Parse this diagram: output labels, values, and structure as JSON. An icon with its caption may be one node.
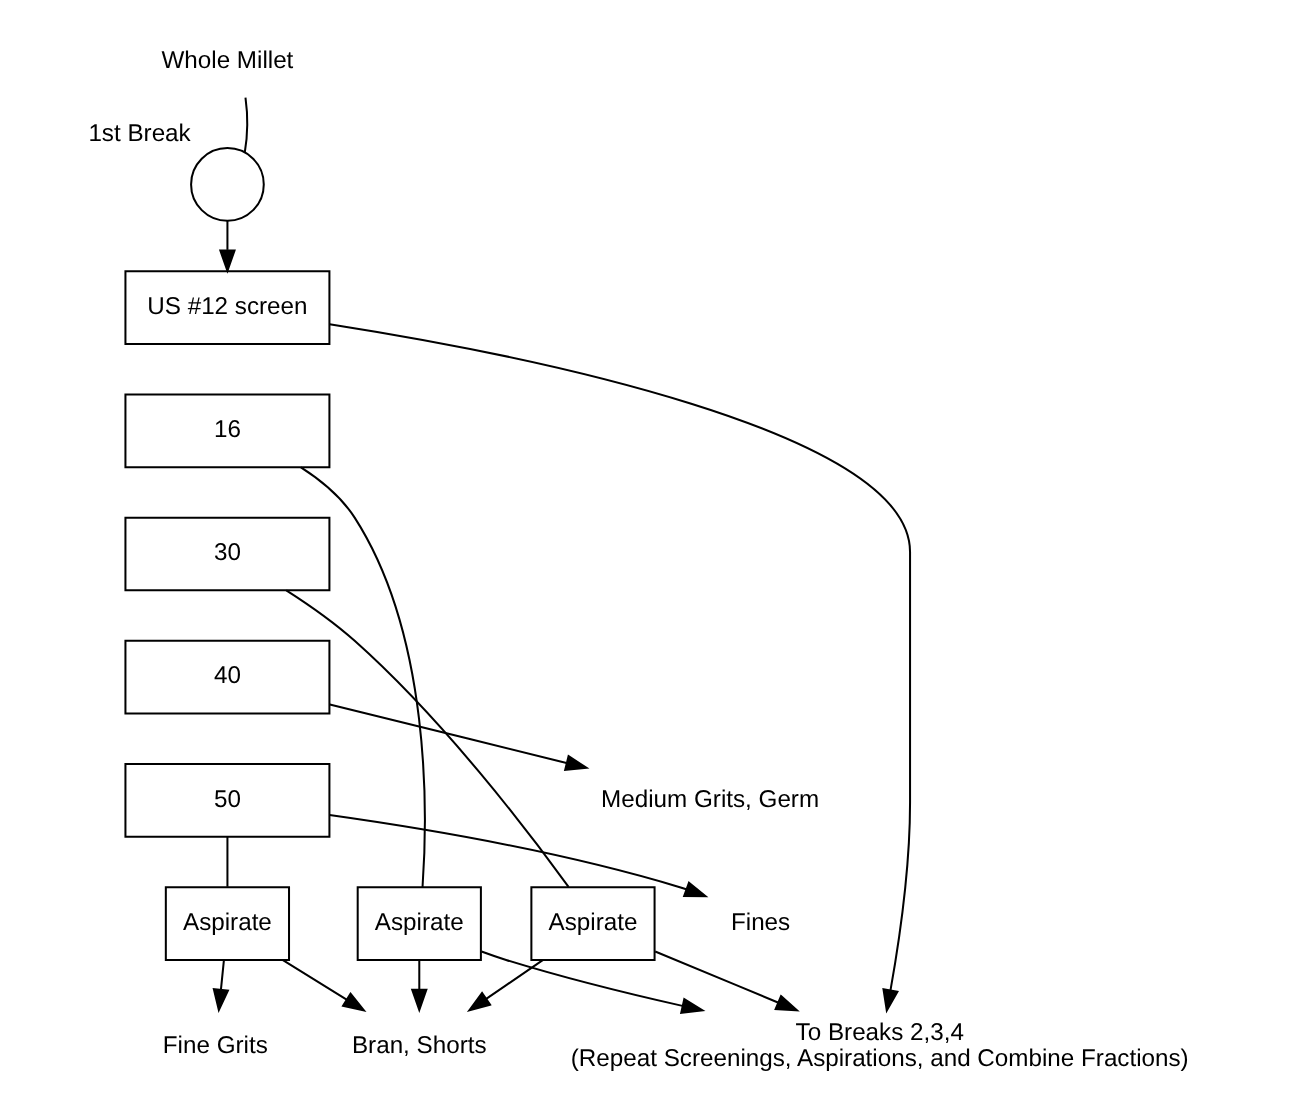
{
  "diagram": {
    "nodes": [
      {
        "text": [
          "Whole Millet"
        ]
      },
      {
        "text": [],
        "shape": "circle",
        "beside": [
          "1st Break"
        ]
      },
      {
        "text": [
          "US #12 screen"
        ]
      },
      {
        "text": [
          "16"
        ]
      },
      {
        "text": [
          "30"
        ]
      },
      {
        "text": [
          "40"
        ]
      },
      {
        "text": [
          "50"
        ]
      },
      {
        "text": [
          "Aspirate"
        ]
      },
      {
        "text": [
          "Aspirate"
        ]
      },
      {
        "text": [
          "Aspirate"
        ]
      },
      {
        "text": [
          "Medium Grits, Germ"
        ]
      },
      {
        "text": [
          "Fine Grits"
        ]
      },
      {
        "text": [
          "Bran, Shorts"
        ]
      },
      {
        "text": [
          "Fines"
        ]
      },
      {
        "text": [
          "To Breaks 2,3,4",
          "(Repeat Screenings, Aspirations, and Combine Fractions)"
        ]
      }
    ],
    "edges": [
      {
        "from": 0,
        "to": 1,
        "arrow": "none"
      },
      {
        "from": 1,
        "to": 2,
        "arrow": "to"
      },
      {
        "from": 2,
        "to": 14,
        "arrow": "to"
      },
      {
        "from": 3,
        "to": 7,
        "arrow": "none"
      },
      {
        "from": 7,
        "to": 14,
        "arrow": "to"
      },
      {
        "from": 7,
        "to": 12,
        "arrow": "to"
      },
      {
        "from": 4,
        "to": 8,
        "arrow": "none"
      },
      {
        "from": 8,
        "to": 14,
        "arrow": "to"
      },
      {
        "from": 8,
        "to": 12,
        "arrow": "to"
      },
      {
        "from": 5,
        "to": 10,
        "arrow": "to"
      },
      {
        "from": 6,
        "to": 9,
        "arrow": "none"
      },
      {
        "from": 9,
        "to": 11,
        "arrow": "to"
      },
      {
        "from": 9,
        "to": 12,
        "arrow": "to"
      },
      {
        "from": 6,
        "to": 13,
        "arrow": "to"
      }
    ]
  }
}
